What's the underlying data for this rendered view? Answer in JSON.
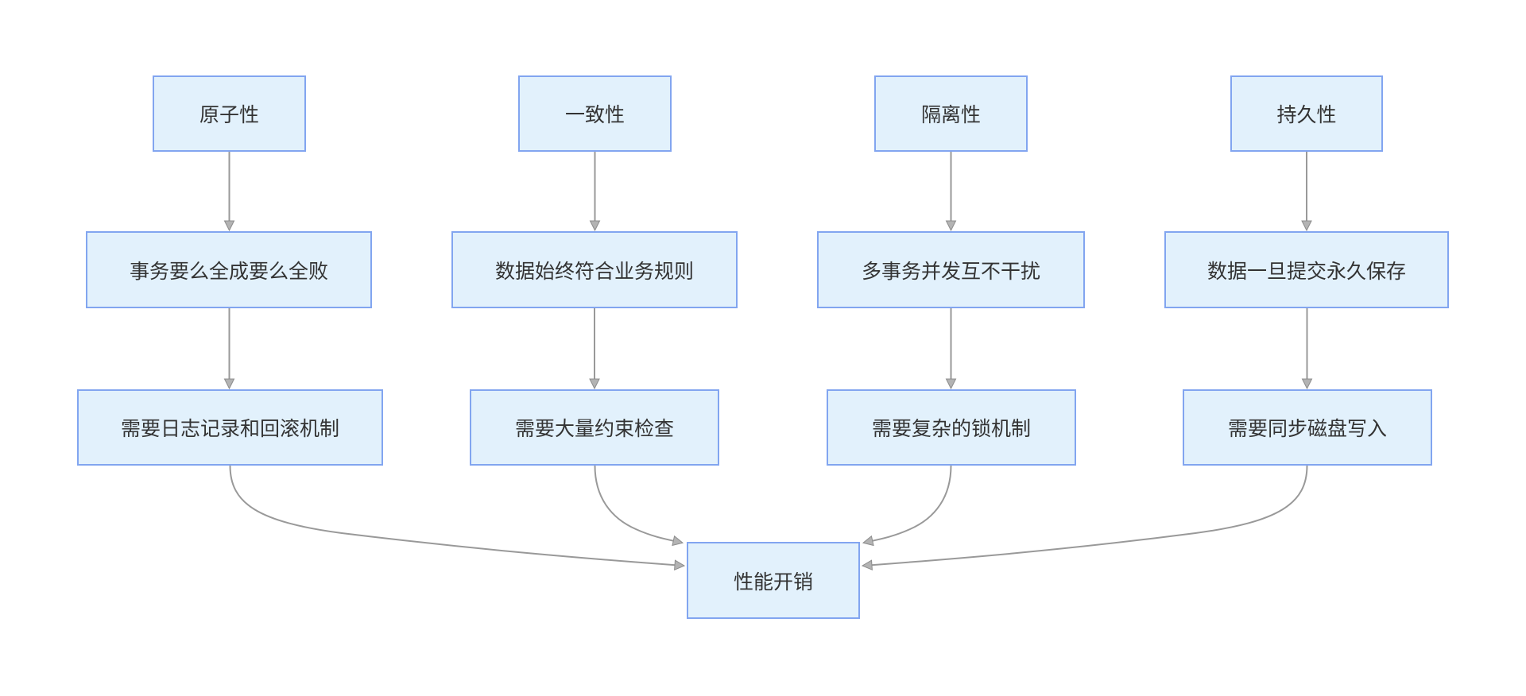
{
  "diagram": {
    "type": "flowchart",
    "topic": "ACID transaction properties leading to performance overhead",
    "nodes": {
      "atomicity": "原子性",
      "consistency": "一致性",
      "isolation": "隔离性",
      "durability": "持久性",
      "atomicity_desc": "事务要么全成要么全败",
      "consistency_desc": "数据始终符合业务规则",
      "isolation_desc": "多事务并发互不干扰",
      "durability_desc": "数据一旦提交永久保存",
      "atomicity_cost": "需要日志记录和回滚机制",
      "consistency_cost": "需要大量约束检查",
      "isolation_cost": "需要复杂的锁机制",
      "durability_cost": "需要同步磁盘写入",
      "performance": "性能开销"
    },
    "edges": [
      {
        "from": "atomicity",
        "to": "atomicity_desc"
      },
      {
        "from": "atomicity_desc",
        "to": "atomicity_cost"
      },
      {
        "from": "consistency",
        "to": "consistency_desc"
      },
      {
        "from": "consistency_desc",
        "to": "consistency_cost"
      },
      {
        "from": "isolation",
        "to": "isolation_desc"
      },
      {
        "from": "isolation_desc",
        "to": "isolation_cost"
      },
      {
        "from": "durability",
        "to": "durability_desc"
      },
      {
        "from": "durability_desc",
        "to": "durability_cost"
      },
      {
        "from": "atomicity_cost",
        "to": "performance"
      },
      {
        "from": "consistency_cost",
        "to": "performance"
      },
      {
        "from": "isolation_cost",
        "to": "performance"
      },
      {
        "from": "durability_cost",
        "to": "performance"
      }
    ]
  },
  "colors": {
    "node_fill": "#E2F1FC",
    "node_border": "#82A5F0",
    "edge_line": "#999999",
    "arrowhead_fill": "#B3B3B3",
    "arrowhead_stroke": "#8C8C8C",
    "text": "#333333",
    "background": "#FFFFFF"
  }
}
